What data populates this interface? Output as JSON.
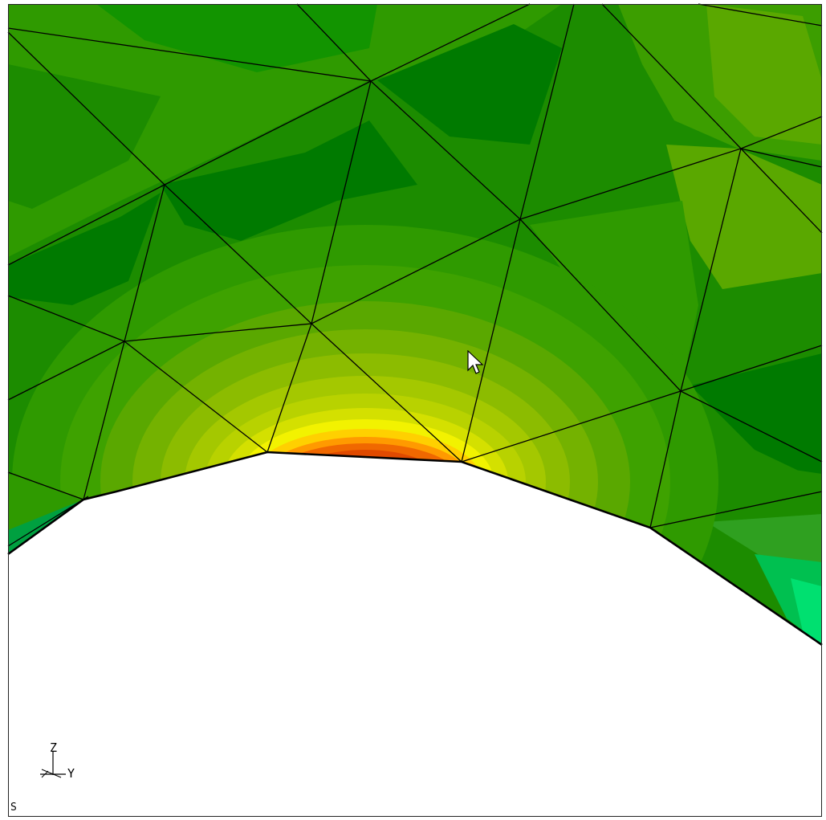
{
  "viewport": {
    "view_letter": "S",
    "triad": {
      "z_label": "Z",
      "y_label": "Y"
    }
  },
  "contour_colors": {
    "dark_green": "#007a00",
    "green": "#1c8c00",
    "mid_green": "#2f9a00",
    "light_green": "#5aa800",
    "yellow_green": "#8cbc00",
    "lime": "#b8d200",
    "yellow": "#f2f200",
    "orange": "#ff9a00",
    "dark_orange": "#f06800",
    "red_orange": "#e04a00",
    "cyan_green": "#00e070",
    "mesh_line": "#000000",
    "background": "#ffffff"
  }
}
